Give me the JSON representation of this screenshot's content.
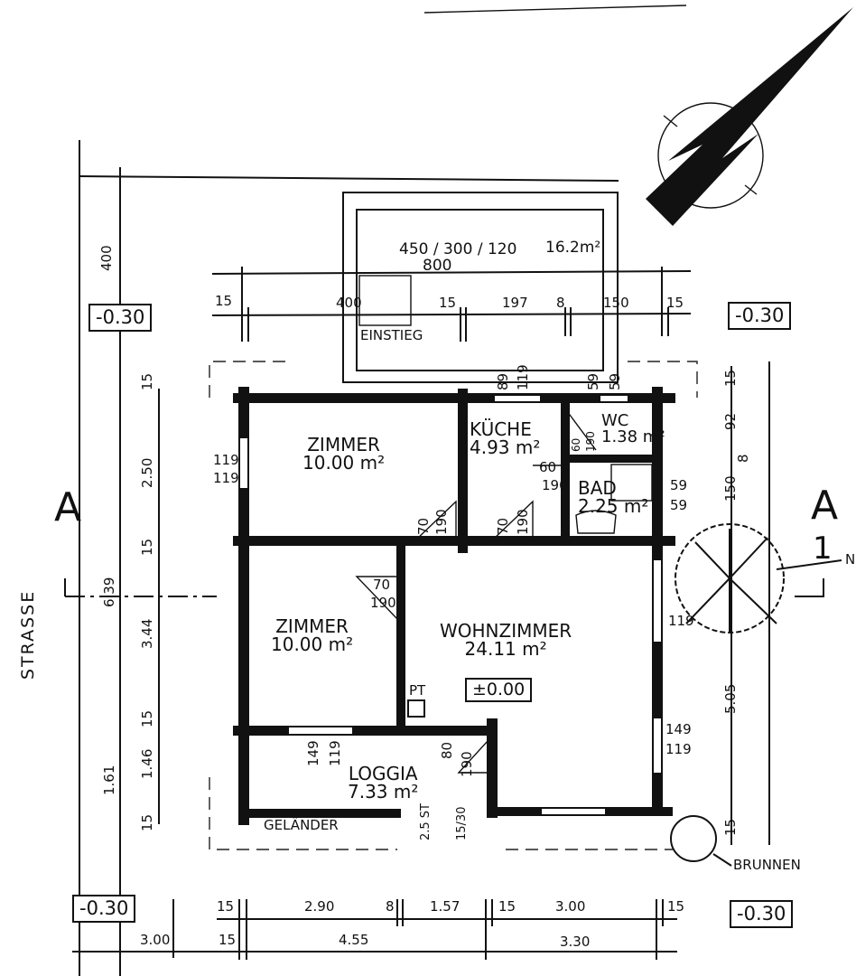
{
  "plan": {
    "street_label": "STRASSE",
    "section_left": "A",
    "section_right": "A",
    "section_right_num": "1",
    "north_label": "N",
    "well_label": "BRUNNEN",
    "railing_label": "GELÄNDER",
    "pool": {
      "dims": "450 / 300 / 120",
      "area": "16.2m²",
      "length": "800",
      "entry": "EINSTIEG"
    },
    "rooms": [
      {
        "name": "ZIMMER",
        "area": "10.00 m²"
      },
      {
        "name": "KÜCHE",
        "area": "4.93 m²"
      },
      {
        "name": "WC",
        "area": "1.38 m²"
      },
      {
        "name": "BAD",
        "area": "2.25 m²"
      },
      {
        "name": "ZIMMER",
        "area": "10.00 m²"
      },
      {
        "name": "WOHNZIMMER",
        "area": "24.11 m²"
      },
      {
        "name": "LOGGIA",
        "area": "7.33 m²"
      }
    ],
    "levels": {
      "floor": "±0.00",
      "top_left": "-0.30",
      "top_right": "-0.30",
      "bottom_left": "-0.30",
      "bottom_right": "-0.30"
    },
    "chimney": "PT",
    "dims_top": [
      "15",
      "400",
      "15",
      "197",
      "8",
      "150",
      "15"
    ],
    "dims_bottom_1": [
      "15",
      "2.90",
      "8",
      "1.57",
      "15",
      "3.00",
      "15"
    ],
    "dims_bottom_2": [
      "3.00",
      "15",
      "4.55",
      "3.30"
    ],
    "dims_left_outer": [
      "400",
      "6.39",
      "1.61"
    ],
    "dims_left_inner": [
      "15",
      "2.50",
      "15",
      "3.44",
      "15",
      "1.46",
      "15"
    ],
    "dims_right": [
      "15",
      "92",
      "8",
      "150",
      "5.05",
      "15"
    ],
    "openings": {
      "win_left_top": [
        "119",
        "119"
      ],
      "win_kitchen": [
        "89",
        "119"
      ],
      "win_wc": [
        "59",
        "59"
      ],
      "win_bad": [
        "59",
        "59"
      ],
      "win_right": [
        "149",
        "119"
      ],
      "win_right_mid": "119",
      "win_loggia": [
        "149",
        "119"
      ],
      "door_zimmer1": [
        "70",
        "190"
      ],
      "door_kitchen": [
        "70",
        "190"
      ],
      "door_zimmer2": [
        "70",
        "190"
      ],
      "door_bad": [
        "60",
        "190"
      ],
      "door_wc": [
        "60",
        "190"
      ],
      "door_loggia": [
        "80",
        "190"
      ],
      "door_terrace": [
        "2.5 ST",
        "15/30"
      ]
    }
  }
}
